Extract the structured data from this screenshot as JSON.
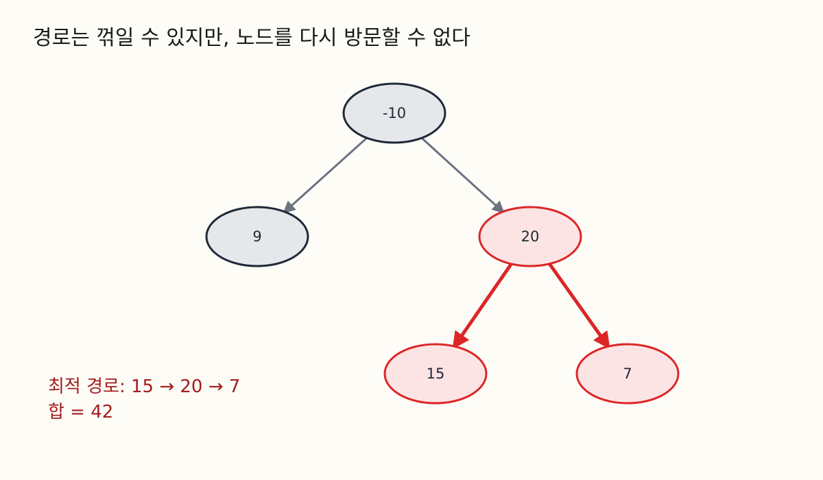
{
  "title": "경로는 꺾일 수 있지만, 노드를 다시 방문할 수 없다",
  "nodes": [
    {
      "id": "n-10",
      "label": "-10",
      "highlighted": false
    },
    {
      "id": "n9",
      "label": "9",
      "highlighted": false
    },
    {
      "id": "n20",
      "label": "20",
      "highlighted": true
    },
    {
      "id": "n15",
      "label": "15",
      "highlighted": true
    },
    {
      "id": "n7",
      "label": "7",
      "highlighted": true
    }
  ],
  "edges": [
    {
      "from": "n-10",
      "to": "n9",
      "highlighted": false
    },
    {
      "from": "n-10",
      "to": "n20",
      "highlighted": false
    },
    {
      "from": "n20",
      "to": "n15",
      "highlighted": true
    },
    {
      "from": "n20",
      "to": "n7",
      "highlighted": true
    }
  ],
  "note": {
    "line1": "최적 경로: 15 → 20 → 7",
    "line2": "합 = 42"
  },
  "colors": {
    "background": "#fdfcf7",
    "node_fill": "#e5e7eb",
    "node_stroke": "#1f2937",
    "highlight_fill": "#fde4e4",
    "highlight_stroke": "#dc2626",
    "edge": "#6b7280",
    "note_text": "#a31d1d"
  }
}
